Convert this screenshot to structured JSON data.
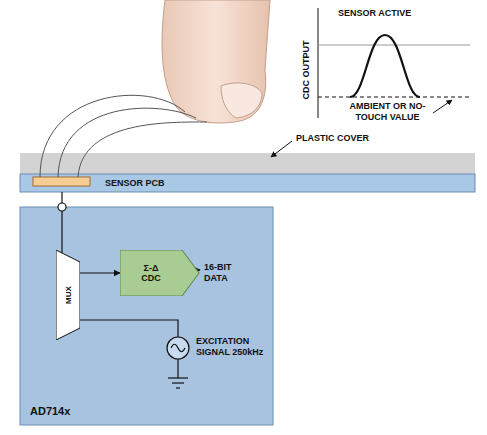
{
  "diagram": {
    "nodes": [
      {
        "text": [
          "SENSOR PCB"
        ]
      },
      {
        "text": [
          "AD714x"
        ]
      },
      {
        "text": [
          "MUX"
        ],
        "in": 1
      },
      {
        "text": [
          "Σ-Δ CDC"
        ],
        "in": 1
      }
    ],
    "edges": [
      {
        "from": 0,
        "to": 2,
        "arrow": "none"
      },
      {
        "from": 2,
        "to": 3,
        "arrow": "to"
      }
    ],
    "labels": [
      "SENSOR ACTIVE",
      "CDC OUTPUT",
      "PLASTIC COVER",
      "AMBIENT OR NO-TOUCH VALUE",
      "16-BIT DATA",
      "EXCITATION SIGNAL 250kHz"
    ]
  }
}
